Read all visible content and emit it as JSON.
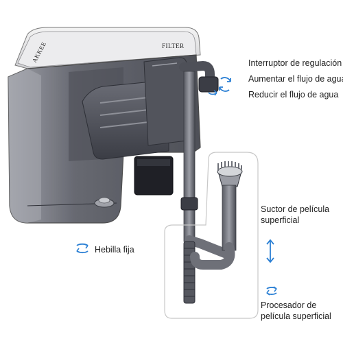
{
  "product": {
    "brand_left": "AKKEE",
    "brand_right": "FILTER"
  },
  "callouts": {
    "regulation_switch": "Interruptor de regulación",
    "increase_flow": "Aumentar el flujo de agua",
    "decrease_flow": "Reducir el flujo de agua",
    "fixed_buckle": "Hebilla fija",
    "surface_skimmer_line1": "Suctor de película",
    "surface_skimmer_line2": "superficial",
    "surface_processor_line1": "Procesador de",
    "surface_processor_line2": "película superficial"
  },
  "colors": {
    "accent": "#2a7fd4",
    "body_dark": "#3c3d45",
    "body_light": "#8d8f97",
    "panel": "#5c5e66"
  },
  "icons": {
    "rotate": "rotate-arrows-icon",
    "up_down": "up-down-arrow-icon",
    "cw": "clockwise-arrow-icon",
    "ccw": "counterclockwise-arrow-icon"
  }
}
